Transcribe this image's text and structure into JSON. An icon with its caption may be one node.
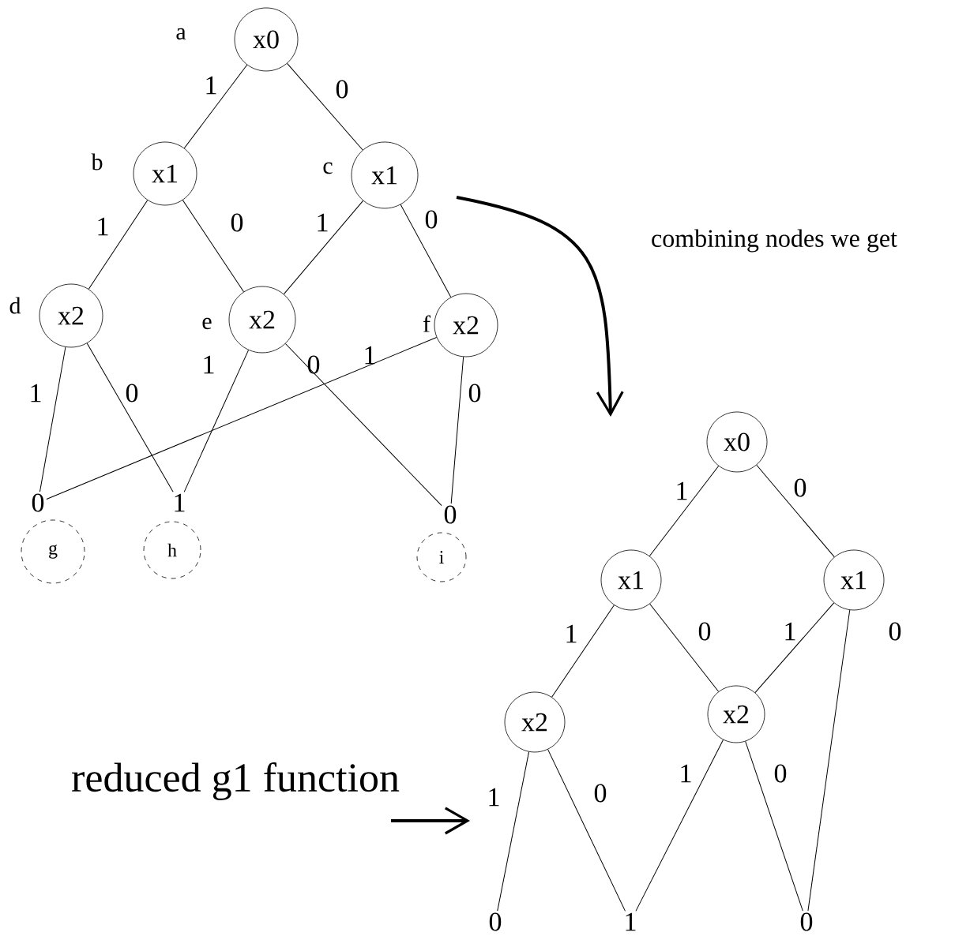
{
  "diagram": {
    "nodes": [
      {
        "text": [
          "x0"
        ],
        "beside": [
          "a"
        ]
      },
      {
        "text": [
          "x1"
        ],
        "beside": [
          "b"
        ]
      },
      {
        "text": [
          "x1"
        ],
        "beside": [
          "c"
        ]
      },
      {
        "text": [
          "x2"
        ],
        "beside": [
          "d"
        ]
      },
      {
        "text": [
          "x2"
        ],
        "beside": [
          "e"
        ]
      },
      {
        "text": [
          "x2"
        ],
        "beside": [
          "f"
        ]
      },
      {
        "text": [
          "0"
        ]
      },
      {
        "text": [
          "1"
        ]
      },
      {
        "text": [
          "0"
        ]
      },
      {
        "text": [
          "g"
        ]
      },
      {
        "text": [
          "h"
        ]
      },
      {
        "text": [
          "i"
        ]
      },
      {
        "text": [
          "x0"
        ]
      },
      {
        "text": [
          "x1"
        ]
      },
      {
        "text": [
          "x1"
        ]
      },
      {
        "text": [
          "x2"
        ]
      },
      {
        "text": [
          "x2"
        ]
      },
      {
        "text": [
          "0"
        ]
      },
      {
        "text": [
          "1"
        ]
      },
      {
        "text": [
          "0"
        ]
      }
    ],
    "edges": [
      {
        "from": 0,
        "to": 1,
        "arrow": "none",
        "label": "1"
      },
      {
        "from": 0,
        "to": 2,
        "arrow": "none",
        "label": "0"
      },
      {
        "from": 1,
        "to": 3,
        "arrow": "none",
        "label": "1"
      },
      {
        "from": 1,
        "to": 4,
        "arrow": "none",
        "label": "0"
      },
      {
        "from": 2,
        "to": 4,
        "arrow": "none",
        "label": "1"
      },
      {
        "from": 2,
        "to": 5,
        "arrow": "none",
        "label": "0"
      },
      {
        "from": 3,
        "to": 6,
        "arrow": "none",
        "label": "1"
      },
      {
        "from": 3,
        "to": 7,
        "arrow": "none",
        "label": "0"
      },
      {
        "from": 4,
        "to": 7,
        "arrow": "none",
        "label": "1"
      },
      {
        "from": 4,
        "to": 8,
        "arrow": "none",
        "label": "0"
      },
      {
        "from": 5,
        "to": 6,
        "arrow": "none",
        "label": "1"
      },
      {
        "from": 5,
        "to": 8,
        "arrow": "none",
        "label": "0"
      },
      {
        "from": 12,
        "to": 13,
        "arrow": "none",
        "label": "1"
      },
      {
        "from": 12,
        "to": 14,
        "arrow": "none",
        "label": "0"
      },
      {
        "from": 13,
        "to": 15,
        "arrow": "none",
        "label": "1"
      },
      {
        "from": 13,
        "to": 16,
        "arrow": "none",
        "label": "0"
      },
      {
        "from": 14,
        "to": 16,
        "arrow": "none",
        "label": "1"
      },
      {
        "from": 14,
        "to": 19,
        "arrow": "none",
        "label": "0"
      },
      {
        "from": 15,
        "to": 17,
        "arrow": "none",
        "label": "1"
      },
      {
        "from": 15,
        "to": 18,
        "arrow": "none",
        "label": "0"
      },
      {
        "from": 16,
        "to": 18,
        "arrow": "none",
        "label": "1"
      },
      {
        "from": 16,
        "to": 19,
        "arrow": "none",
        "label": "0"
      }
    ],
    "labels": [
      "combining nodes we get",
      "reduced g1 function"
    ]
  }
}
